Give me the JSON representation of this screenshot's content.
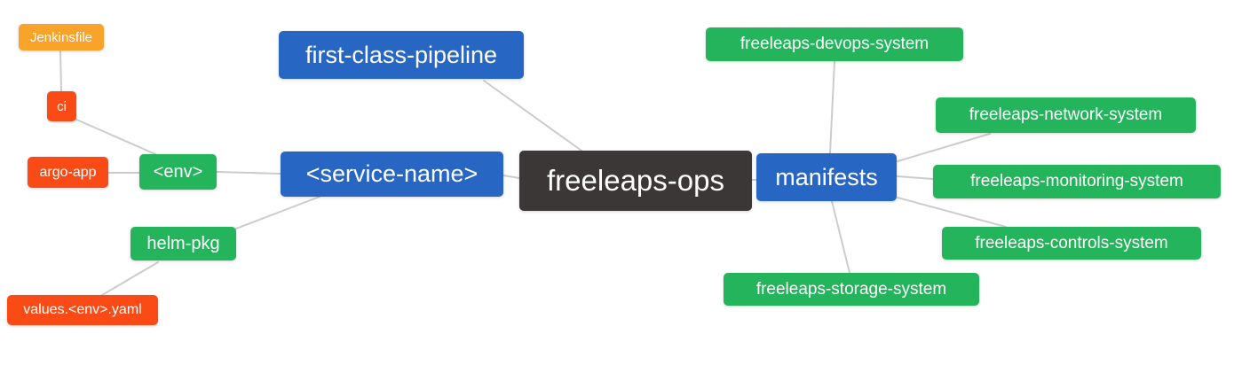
{
  "palette": {
    "root_bg": "#3b3737",
    "branch_bg": "#2766c3",
    "leaf_green_bg": "#23b45c",
    "leaf_red_bg": "#fa4a16",
    "leaf_orange_bg": "#f9a32b",
    "edge_color": "#cccccc",
    "text_color": "#ffffff"
  },
  "mindmap": {
    "nodes": {
      "root": {
        "label": "freeleaps-ops"
      },
      "first_class_pipeline": {
        "label": "first-class-pipeline"
      },
      "service_name": {
        "label": "<service-name>"
      },
      "env": {
        "label": "<env>"
      },
      "ci": {
        "label": "ci"
      },
      "jenkinsfile": {
        "label": "Jenkinsfile"
      },
      "argo_app": {
        "label": "argo-app"
      },
      "helm_pkg": {
        "label": "helm-pkg"
      },
      "values_env_yaml": {
        "label": "values.<env>.yaml"
      },
      "manifests": {
        "label": "manifests"
      },
      "devops_system": {
        "label": "freeleaps-devops-system"
      },
      "network_system": {
        "label": "freeleaps-network-system"
      },
      "monitoring_system": {
        "label": "freeleaps-monitoring-system"
      },
      "controls_system": {
        "label": "freeleaps-controls-system"
      },
      "storage_system": {
        "label": "freeleaps-storage-system"
      }
    },
    "edges": [
      {
        "from": "jenkinsfile",
        "to": "ci"
      },
      {
        "from": "ci",
        "to": "env"
      },
      {
        "from": "argo_app",
        "to": "env"
      },
      {
        "from": "env",
        "to": "service_name"
      },
      {
        "from": "helm_pkg",
        "to": "service_name"
      },
      {
        "from": "values_env_yaml",
        "to": "helm_pkg"
      },
      {
        "from": "first_class_pipeline",
        "to": "root"
      },
      {
        "from": "service_name",
        "to": "root"
      },
      {
        "from": "root",
        "to": "manifests"
      },
      {
        "from": "manifests",
        "to": "devops_system"
      },
      {
        "from": "manifests",
        "to": "network_system"
      },
      {
        "from": "manifests",
        "to": "monitoring_system"
      },
      {
        "from": "manifests",
        "to": "controls_system"
      },
      {
        "from": "manifests",
        "to": "storage_system"
      }
    ]
  }
}
